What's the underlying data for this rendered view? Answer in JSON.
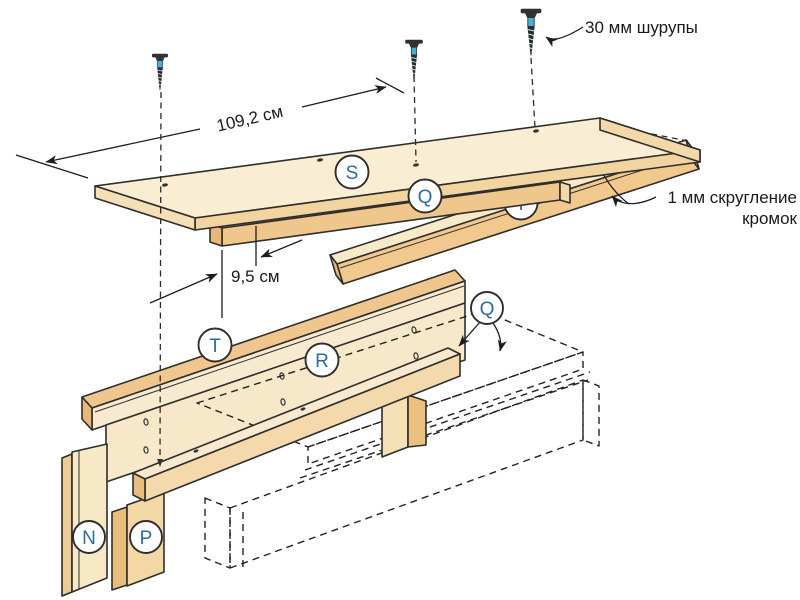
{
  "annotations": {
    "screws_label": "30 мм шурупы",
    "length_dimension": "109,2 см",
    "offset_dimension": "9,5 см",
    "edge_rounding_line1": "1 мм скругление",
    "edge_rounding_line2": "кромок"
  },
  "part_labels": {
    "top_shelf": "S",
    "top_cleat": "Q",
    "trim_strip_loose": "T",
    "trim_strip_mounted": "T",
    "back_panel": "R",
    "shelf_cleat": "Q",
    "end_board": "N",
    "support_block": "P"
  },
  "colors": {
    "outline": "#2f2e2b",
    "wood_light": "#f9edd3",
    "wood_medium": "#f4dcae",
    "wood_tan": "#efc78e",
    "wood_dark_tan": "#e8b878",
    "ghost_fill": "#f0cf9a",
    "label_letter": "#2e6b99",
    "annotation_text": "#1a1a1a",
    "screw_blue": "#45b0d8"
  }
}
